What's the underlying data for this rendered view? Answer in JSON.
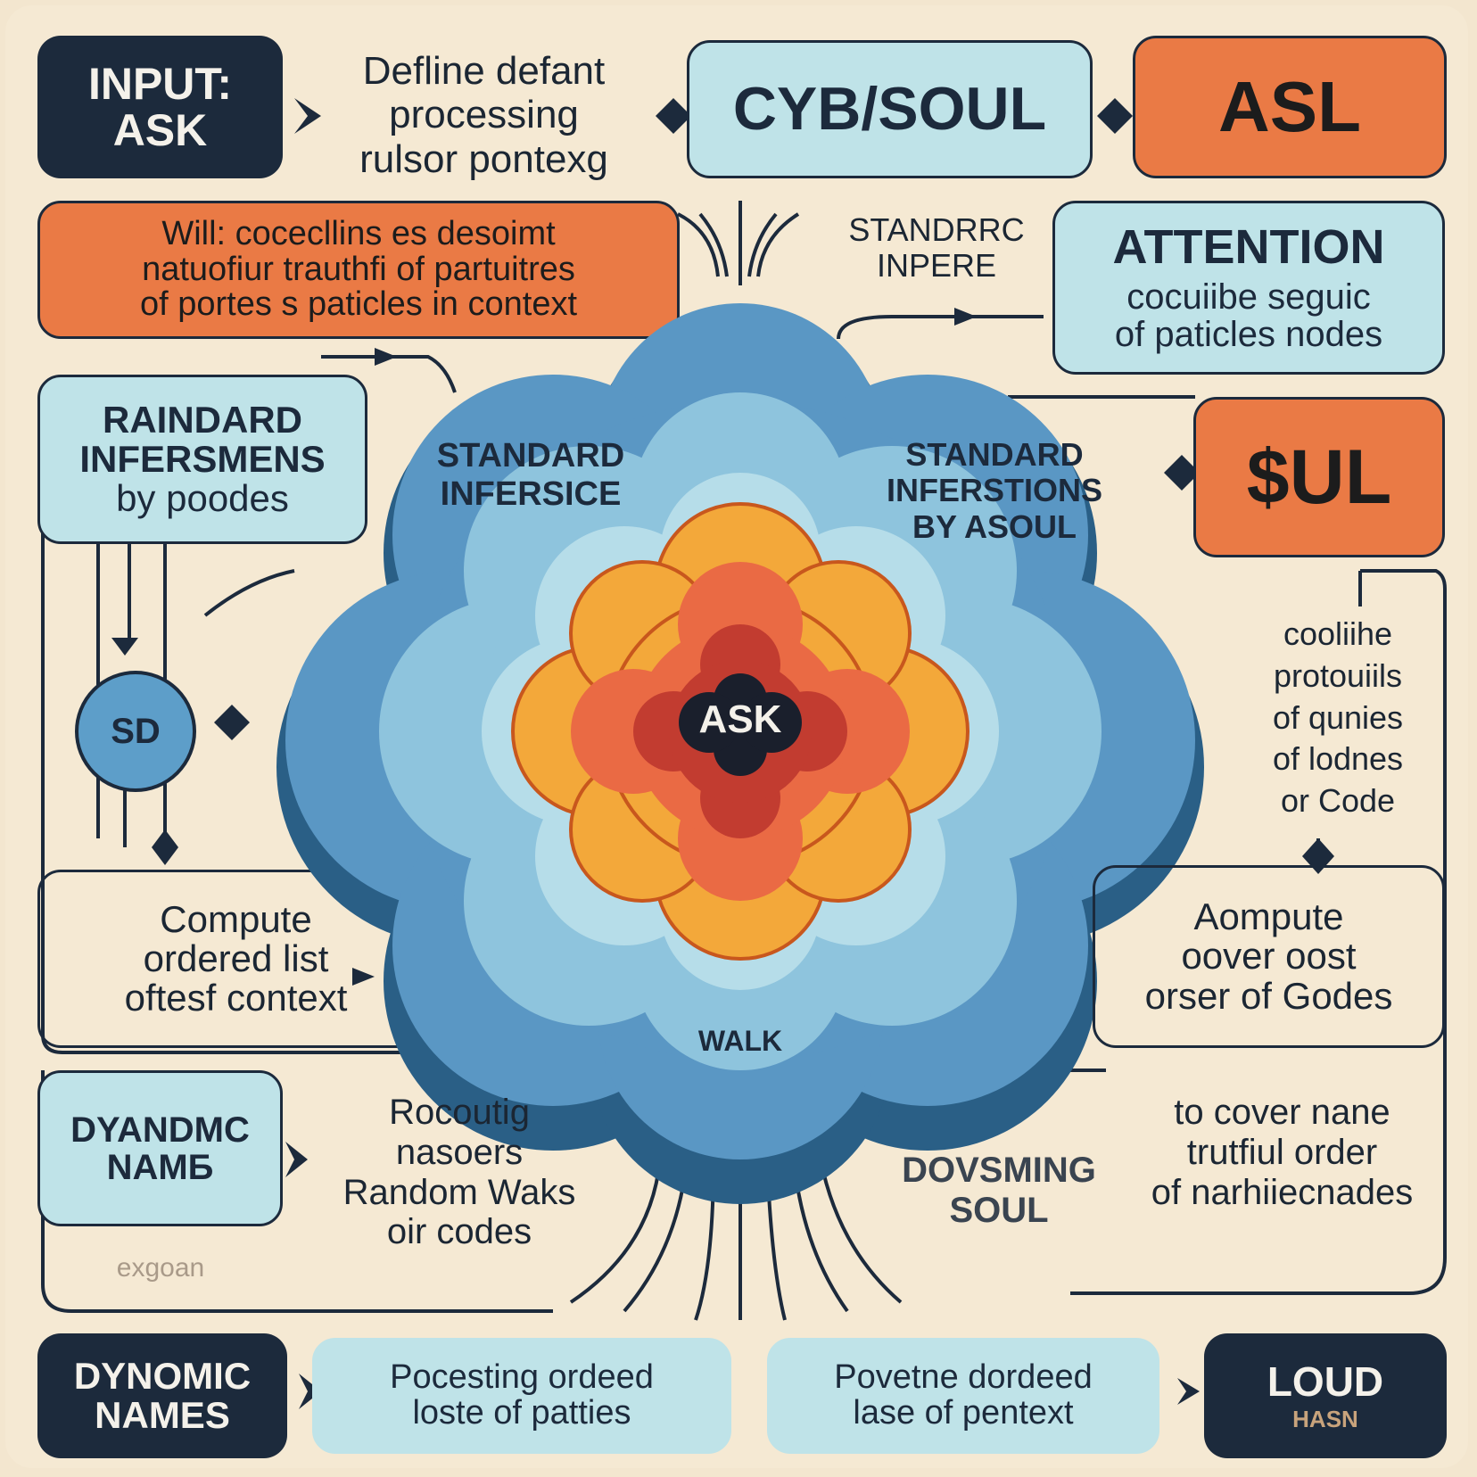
{
  "top": {
    "input": [
      "INPUT:",
      "ASK"
    ],
    "define": [
      "Defline defant",
      "processing",
      "rulsor pontexg"
    ],
    "cyb": "CYB/SOUL",
    "asl": "ASL"
  },
  "row2": {
    "will": [
      "Will: cocecllins es desoimt",
      "natuofiur trauthfi of partuitres",
      "of portes s paticles in context"
    ],
    "standard_inpere": [
      "STANDRRC",
      "INPERE"
    ],
    "attention_title": "ATTENTION",
    "attention_body": [
      "cocuiibe seguic",
      "of paticles nodes"
    ]
  },
  "left": {
    "raindard": [
      "RAINDARD",
      "INFERSMENS",
      "by poodes"
    ],
    "circle": "SD",
    "compute": [
      "Compute",
      "ordered list",
      "oftesf context"
    ]
  },
  "center": {
    "left_label": [
      "STANDARD",
      "INFERSICE"
    ],
    "right_label": [
      "STANDARD",
      "INFERSTIONS",
      "BY ASOUL"
    ],
    "core": "ASK",
    "bottom": "WALK"
  },
  "right": {
    "soul": "$UL",
    "couline": [
      "cooliihe",
      "protouiils",
      "of qunies",
      "of lodnes",
      "or Code"
    ],
    "aompute": [
      "Aompute",
      "oover oost",
      "orser of Godes"
    ]
  },
  "lower": {
    "dyandmc": [
      "DYANDMC",
      "NAMБ"
    ],
    "rocoutig": [
      "Rocoutig",
      "nasoers",
      "Random Waks",
      "oir codes"
    ],
    "faded": "exgoan",
    "dovsming": [
      "DOVSMING",
      "SOUL"
    ],
    "to_cover": [
      "to cover nane",
      "trutfiul order",
      "of narhiiecnades"
    ]
  },
  "bottom": {
    "dynomic": [
      "DYNOMIC",
      "NAMES"
    ],
    "poce": [
      "Pocesting ordeed",
      "loste of patties"
    ],
    "pove": [
      "Povetne dordeed",
      "lase of pentext"
    ],
    "loud": "LOUD",
    "loud_sub": "HASN"
  }
}
